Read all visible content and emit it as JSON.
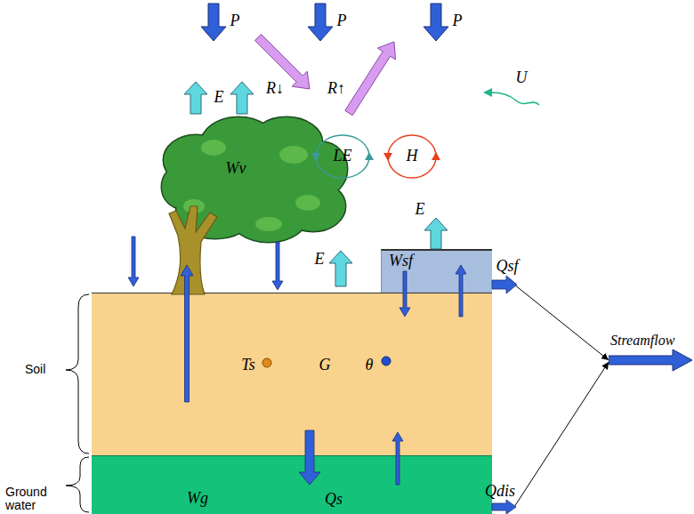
{
  "diagram": {
    "nodes": [
      {
        "text": [
          "Wv"
        ]
      },
      {
        "text": [
          "Wsf"
        ]
      },
      {
        "text": [
          "Soil",
          "Ts",
          "G",
          "θ"
        ]
      },
      {
        "text": [
          "Ground water",
          "Wg"
        ]
      },
      {
        "text": [
          "Streamflow"
        ]
      }
    ],
    "edges": [
      {
        "from": 1,
        "to": 4,
        "arrow": "to"
      },
      {
        "from": 3,
        "to": 4,
        "arrow": "to"
      }
    ],
    "labels": [
      "P",
      "P",
      "P",
      "R↓",
      "R↑",
      "U",
      "LE",
      "H",
      "E",
      "E",
      "E",
      "Qsf",
      "Qs",
      "Qdis"
    ]
  }
}
